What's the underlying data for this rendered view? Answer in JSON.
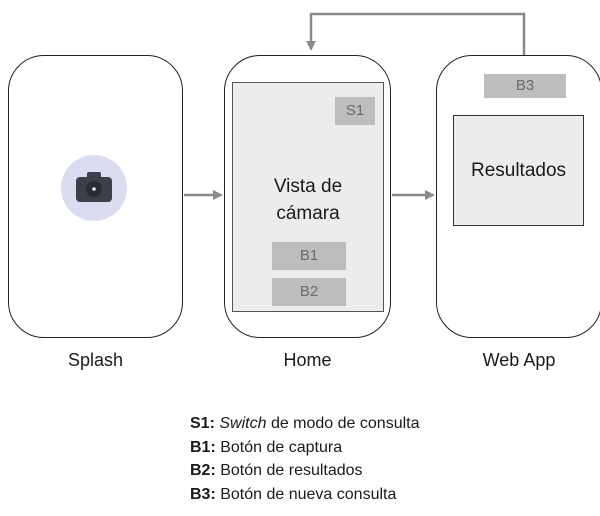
{
  "screens": [
    {
      "label": "Splash"
    },
    {
      "label": "Home"
    },
    {
      "label": "Web App"
    }
  ],
  "home": {
    "camera_view_line1": "Vista de",
    "camera_view_line2": "cámara",
    "s1": "S1",
    "b1": "B1",
    "b2": "B2"
  },
  "webapp": {
    "b3": "B3",
    "results": "Resultados"
  },
  "legend": [
    {
      "key": "S1:",
      "italic": "Switch",
      "text": "de modo de consulta"
    },
    {
      "key": "B1:",
      "text": "Botón de captura"
    },
    {
      "key": "B2:",
      "text": "Botón de resultados"
    },
    {
      "key": "B3:",
      "text": "Botón de nueva consulta"
    }
  ],
  "colors": {
    "arrow": "#8a8a8a",
    "button_fill": "#bdbdbd",
    "panel_fill": "#ececec",
    "camera_badge": "#dadcf0"
  },
  "icons": [
    "camera-icon",
    "arrow-right-icon",
    "return-arrow-icon"
  ]
}
